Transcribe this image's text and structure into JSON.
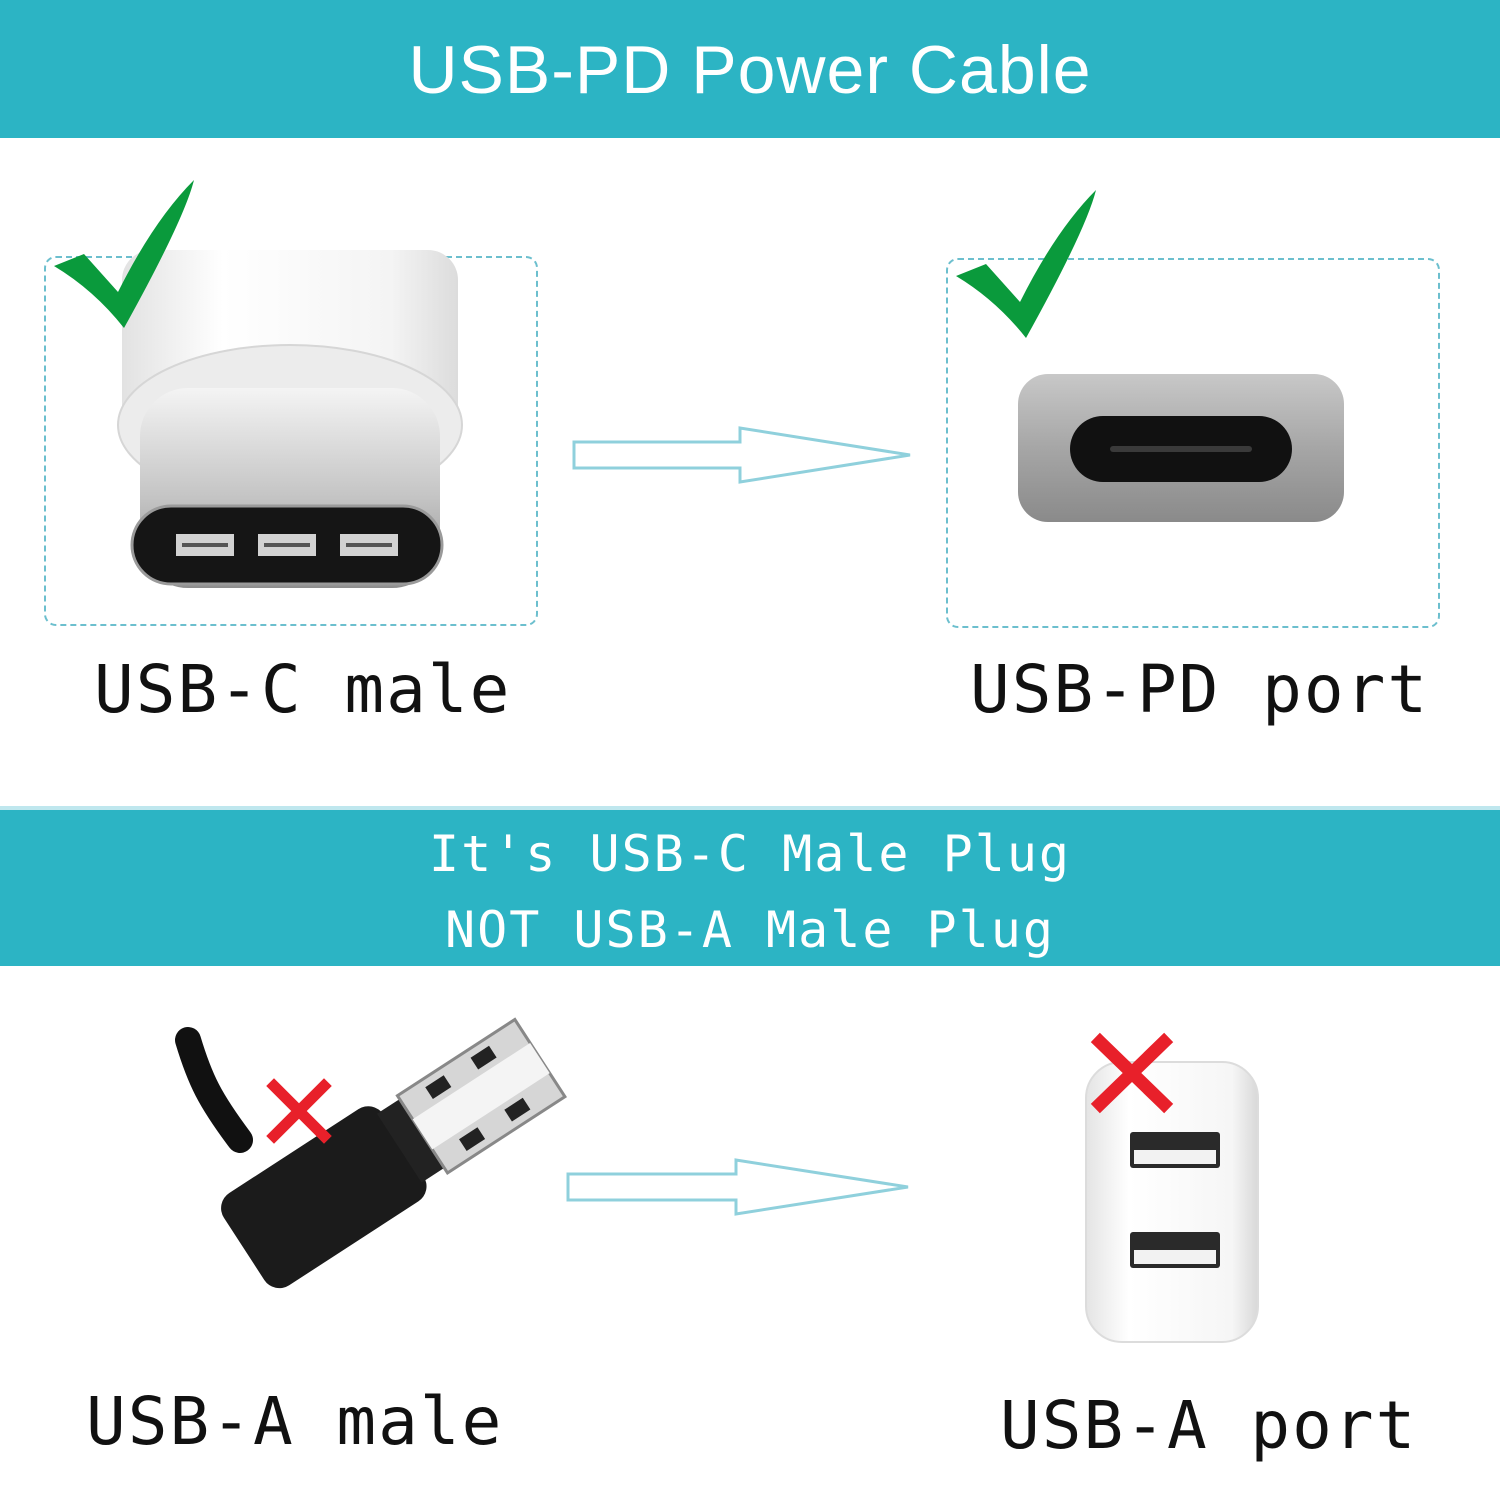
{
  "header": {
    "title": "USB-PD Power Cable"
  },
  "top_row": {
    "left_label": "USB-C male",
    "right_label": "USB-PD port",
    "left_status_icon": "check-icon",
    "right_status_icon": "check-icon"
  },
  "middle_banner": {
    "line1": "It's USB-C Male Plug",
    "line2": "NOT USB-A Male Plug"
  },
  "bottom_row": {
    "left_label": "USB-A male",
    "right_label": "USB-A port",
    "left_status_icon": "cross-icon",
    "right_status_icon": "cross-icon"
  },
  "colors": {
    "banner": "#2cb4c4",
    "check": "#0a9a3c",
    "cross": "#e8202a",
    "arrow_outline": "#8fd0dc"
  }
}
